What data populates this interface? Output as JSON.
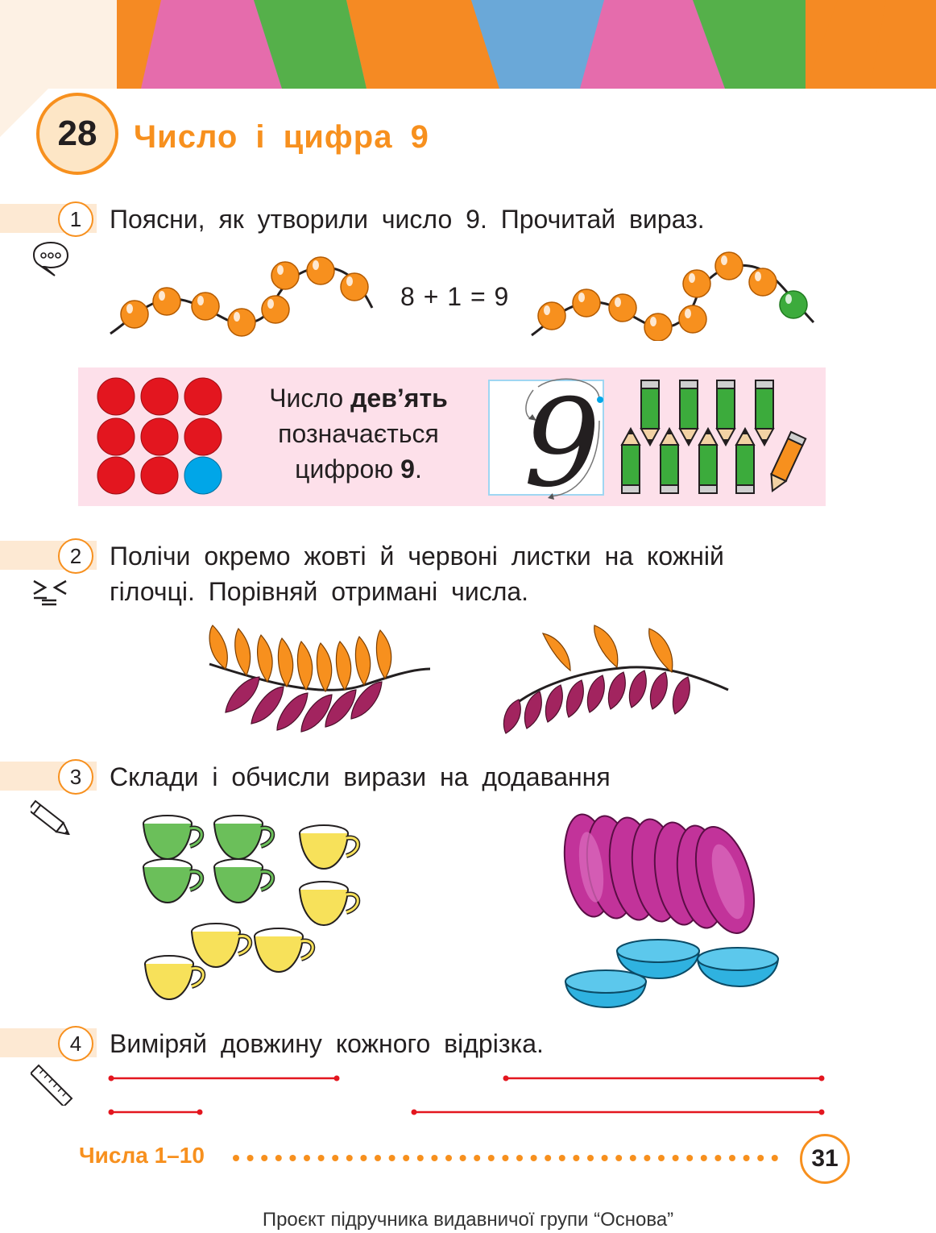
{
  "lesson": {
    "number": "28",
    "title": "Число і цифра 9"
  },
  "tasks": [
    {
      "number": "1",
      "text": "Поясни, як утворили число 9. Прочитай вираз.",
      "icon": "speech-bubble-icon"
    },
    {
      "number": "2",
      "text_line1": "Полічи окремо жовті й червоні листки на кожній",
      "text_line2": "гілочці. Порівняй отримані числа.",
      "icon": "compare-signs-icon"
    },
    {
      "number": "3",
      "text": "Склади і обчисли вирази на додавання",
      "icon": "pencil-icon"
    },
    {
      "number": "4",
      "text": "Виміряй довжину кожного відрізка.",
      "icon": "ruler-icon"
    }
  ],
  "equation": "8 + 1 = 9",
  "info": {
    "line1_prefix": "Число ",
    "line1_bold": "дев’ять",
    "line2": "позначається",
    "line3_prefix": "цифрою ",
    "line3_bold": "9",
    "line3_suffix": ".",
    "digit": "9"
  },
  "footer": {
    "section": "Числа 1–10",
    "page": "31"
  },
  "credit": "Проєкт підручника видавничої групи “Основа”",
  "colors": {
    "accent": "#f7901e",
    "bead_orange": "#f7901e",
    "bead_green": "#3cab3c",
    "dot_red": "#e3161f",
    "dot_blue": "#00a6e8",
    "leaf_orange": "#f7901e",
    "leaf_purple": "#a2245f",
    "cup_green": "#6bbf5a",
    "cup_yellow": "#f7e15a",
    "plate_purple": "#c2339a",
    "bowl_blue": "#2fb2e0",
    "segment_red": "#e3161f"
  }
}
